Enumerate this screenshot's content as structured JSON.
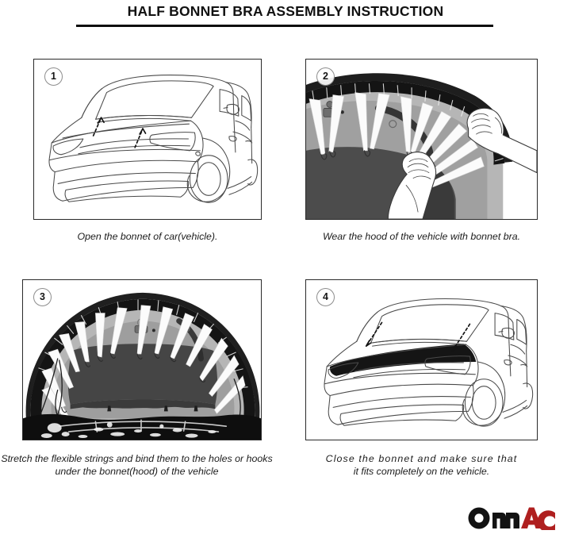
{
  "header": {
    "title": "HALF BONNET BRA ASSEMBLY INSTRUCTION"
  },
  "steps": [
    {
      "number": "1",
      "caption_lines": [
        "Open the bonnet of car(vehicle)."
      ],
      "art": "van-line-art-hood-open-arrows-up"
    },
    {
      "number": "2",
      "caption_lines": [
        "Wear the hood of the vehicle with bonnet bra."
      ],
      "art": "hood-underside-with-bra-and-hands"
    },
    {
      "number": "3",
      "caption_lines": [
        "Stretch the flexible strings and bind them to the holes or hooks",
        "under the bonnet(hood) of the vehicle"
      ],
      "art": "open-hood-front-view-with-straps"
    },
    {
      "number": "4",
      "caption_lines": [
        "Close  the  bonnet  and  make  sure  that",
        "it fits completely on the vehicle."
      ],
      "art": "van-line-art-bra-installed-arrows-down"
    }
  ],
  "brand": {
    "name": "OMAC",
    "part_dark": "OM",
    "part_accent": "AC",
    "accent_color": "#AF1F1F",
    "dark_color": "#121212"
  },
  "palette": {
    "ink": "#2a2a2a",
    "line": "#4a4a4a",
    "bra_black": "#151515",
    "hood_gray_light": "#b9b9b9",
    "hood_gray_mid": "#8e8e8e",
    "hood_gray_dark": "#4b4b4b",
    "engine_bay": "#0e0e0e",
    "strap_white": "#fbfbfb"
  }
}
